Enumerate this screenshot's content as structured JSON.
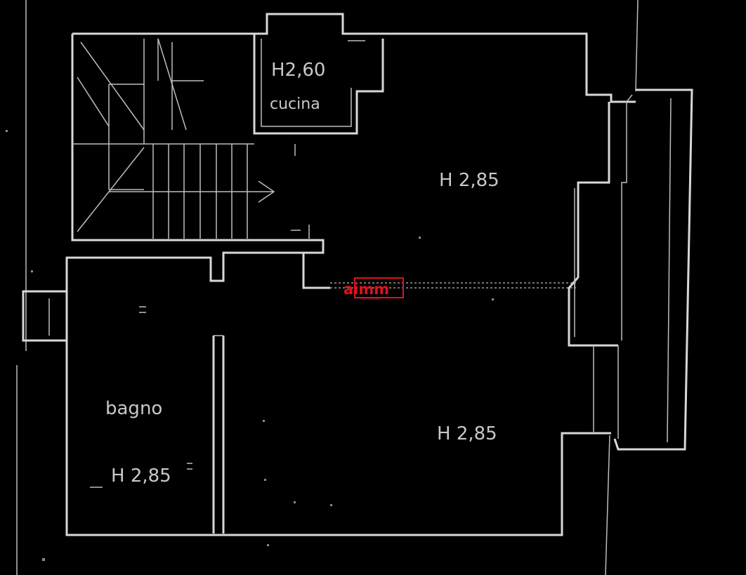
{
  "rooms": {
    "kitchen_height": "H2,60",
    "kitchen_name": "cucina",
    "main_height": "H 2,85",
    "bathroom_name": "bagno",
    "bathroom_height": "H 2,85",
    "bedroom_height": "H 2,85"
  },
  "logo": {
    "brand": "aimm",
    "tagline": "immobiliare",
    "color": "#e0131c"
  },
  "colors": {
    "background": "#000000",
    "lines": "#d8d8d8"
  }
}
